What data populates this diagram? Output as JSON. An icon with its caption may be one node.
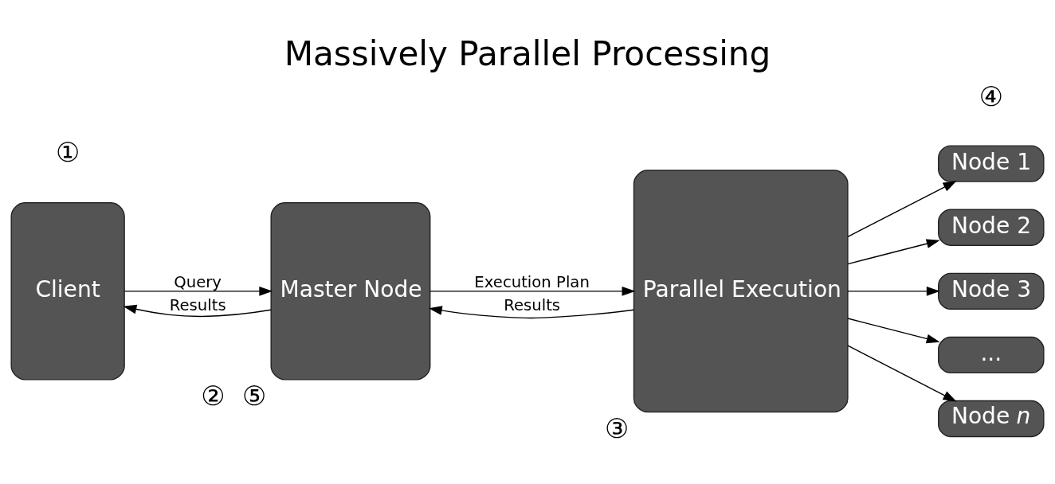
{
  "diagram": {
    "title": "Massively Parallel Processing",
    "nodes": [
      {
        "text": [
          "Client"
        ]
      },
      {
        "text": [
          "Master Node"
        ],
        "beside": [
          "②",
          "⑤"
        ]
      },
      {
        "text": [
          "Parallel Execution"
        ],
        "beside": [
          "③"
        ]
      },
      {
        "text": [
          "Node 1"
        ],
        "beside": [
          "④"
        ]
      },
      {
        "text": [
          "Node 2"
        ]
      },
      {
        "text": [
          "Node 3"
        ]
      },
      {
        "text": [
          "..."
        ]
      },
      {
        "text": [
          "Node *n*"
        ]
      }
    ],
    "edges": [
      {
        "from": 0,
        "to": 1,
        "arrow": "to",
        "label": "Query"
      },
      {
        "from": 1,
        "to": 2,
        "arrow": "to",
        "label": "Execution Plan"
      },
      {
        "from": 2,
        "to": 3,
        "arrow": "to"
      },
      {
        "from": 2,
        "to": 4,
        "arrow": "to"
      },
      {
        "from": 2,
        "to": 5,
        "arrow": "to"
      },
      {
        "from": 2,
        "to": 6,
        "arrow": "to"
      },
      {
        "from": 2,
        "to": 7,
        "arrow": "to"
      },
      {
        "from": 2,
        "to": 1,
        "arrow": "to",
        "label": "Results"
      },
      {
        "from": 1,
        "to": 0,
        "arrow": "to",
        "label": "Results"
      }
    ],
    "labels": [
      "①"
    ]
  }
}
